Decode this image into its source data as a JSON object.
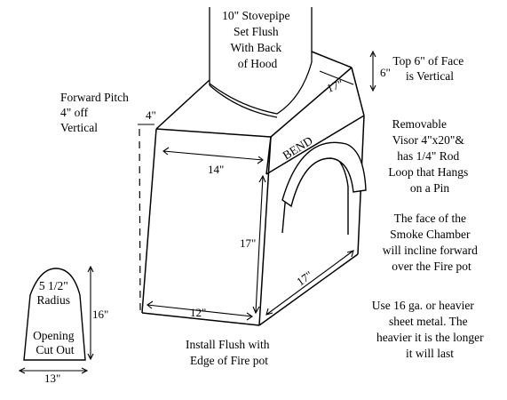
{
  "labels": {
    "stovepipe": [
      "10\" Stovepipe",
      "Set Flush",
      "With Back",
      "of Hood"
    ],
    "top_face": [
      "Top 6\" of Face",
      "is Vertical"
    ],
    "forward_pitch": [
      "Forward Pitch",
      "4\" off",
      "Vertical"
    ],
    "visor": [
      "Removable",
      "Visor 4\"x20\"&",
      "has 1/4\" Rod",
      "Loop that Hangs",
      "on a Pin"
    ],
    "smoke_chamber": [
      "The face of the",
      "Smoke Chamber",
      "will incline forward",
      "over the Fire pot"
    ],
    "sheet_metal": [
      "Use 16 ga. or heavier",
      "sheet metal. The",
      "heavier it is the longer",
      "it will last"
    ],
    "install": [
      "Install Flush with",
      "Edge of Fire pot"
    ],
    "opening": [
      "5 1/2\"",
      "Radius",
      "Opening",
      "Cut Out"
    ],
    "bend": "BEND"
  },
  "dimensions": {
    "pitch": "4\"",
    "top_depth": "17\"",
    "top_height": "6\"",
    "top_width": "14\"",
    "face_height": "17\"",
    "bottom_width": "12\"",
    "side_depth": "17\"",
    "opening_height": "16\"",
    "opening_width": "13\""
  }
}
